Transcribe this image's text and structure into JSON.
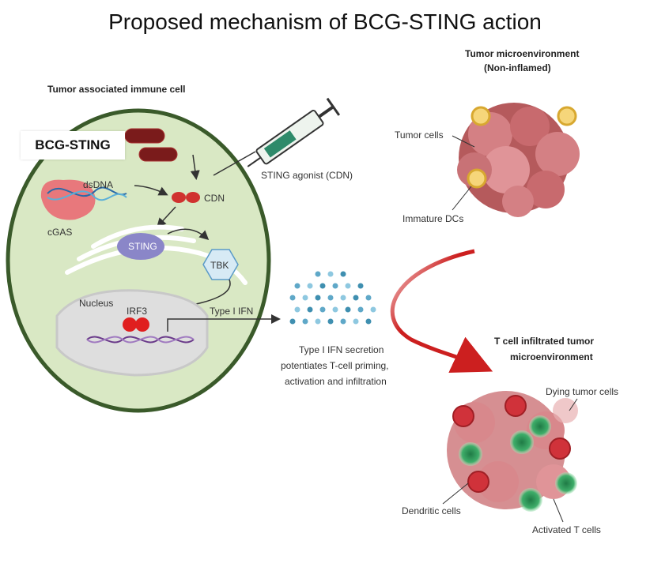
{
  "title": "Proposed mechanism of BCG-STING action",
  "badge": "BCG-STING",
  "cell": {
    "heading": "Tumor associated immune cell",
    "dsdna": "dsDNA",
    "cgas": "cGAS",
    "cdn": "CDN",
    "sting": "STING",
    "tbk": "TBK",
    "nucleus": "Nucleus",
    "irf3": "IRF3",
    "type_ifn": "Type I IFN"
  },
  "agonist": "STING agonist (CDN)",
  "secretion": {
    "lines": [
      "Type I IFN secretion",
      "potentiates T-cell priming,",
      "activation and infiltration"
    ]
  },
  "tme_top": {
    "heading_lines": [
      "Tumor microenvironment",
      "(Non-inflamed)"
    ],
    "tumor_cells": "Tumor cells",
    "immature_dcs": "Immature DCs"
  },
  "tme_bottom": {
    "heading_lines": [
      "T cell infiltrated tumor",
      "microenvironment"
    ],
    "dying": "Dying tumor cells",
    "dendritic": "Dendritic cells",
    "activated": "Activated T cells"
  },
  "colors": {
    "cell_fill": "#d9e8c4",
    "cell_border": "#3a5a2a",
    "sting": "#8a86c8",
    "cdn": "#d0322f",
    "tumor": "#c8676a",
    "tcell": "#2e9e5b",
    "arrow": "#cc1f1f"
  }
}
